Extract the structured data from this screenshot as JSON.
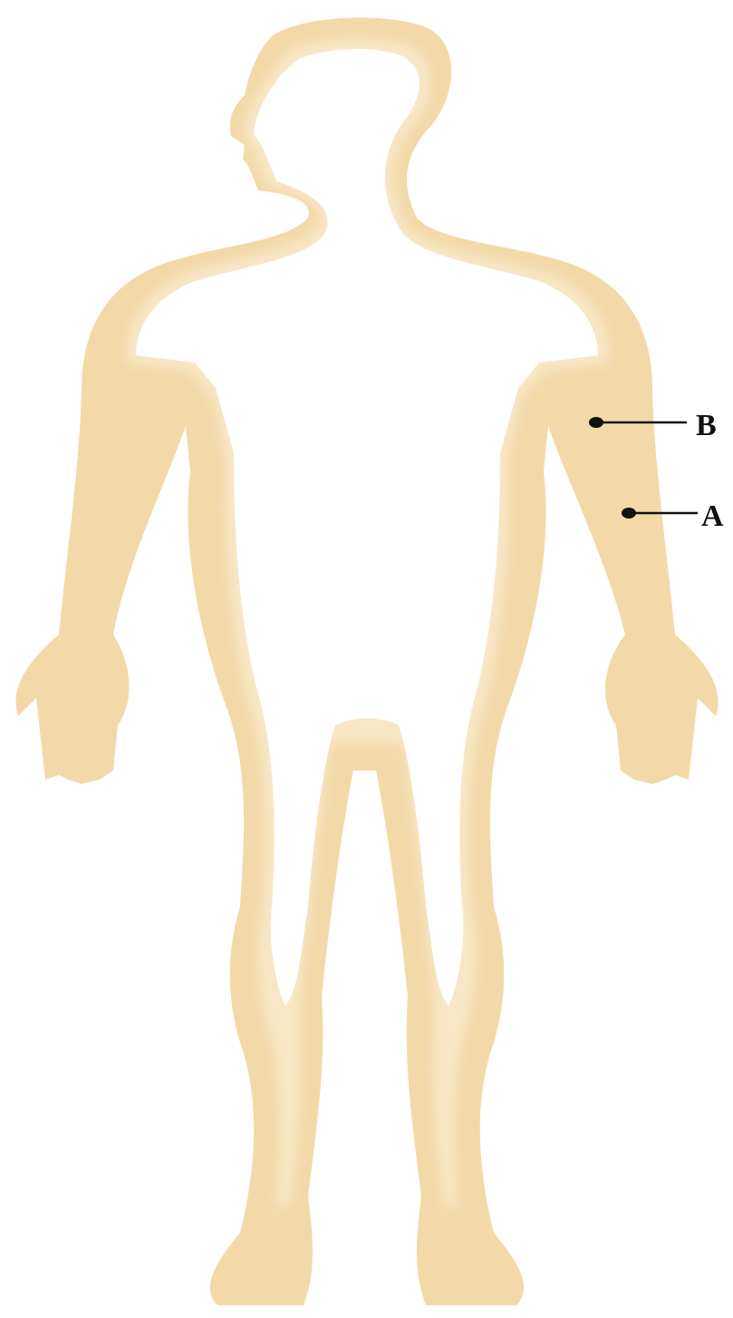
{
  "figure": {
    "labels": [
      {
        "id": "B",
        "text": "B"
      },
      {
        "id": "A",
        "text": "A"
      }
    ]
  },
  "colors": {
    "skin_outer": "#f3d9a8",
    "skin_mid": "#f8e6c6",
    "skin_inner": "#ffffff",
    "marker": "#111111",
    "background": "#ffffff"
  }
}
